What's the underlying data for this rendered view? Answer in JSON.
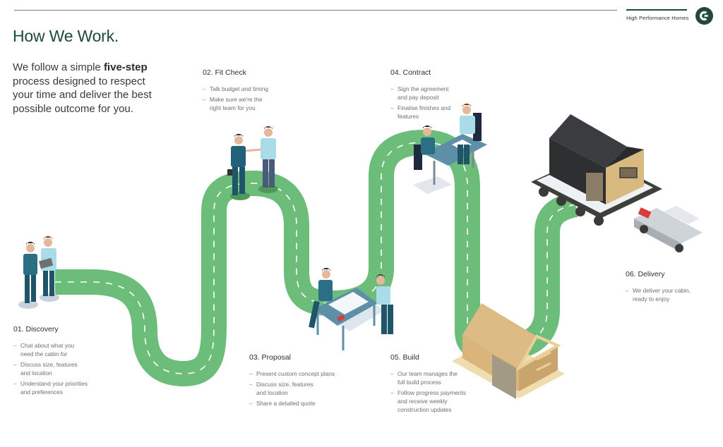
{
  "header": {
    "brand_name": "High Performance Homes",
    "logo_icon": "c-logo-icon",
    "brand_color": "#1f4a37"
  },
  "page": {
    "title": "How We Work.",
    "intro_pre": "We follow a simple ",
    "intro_bold": "five-step",
    "intro_post": " process designed to respect your time and deliver the best possible outcome for you."
  },
  "colors": {
    "road": "#6cbd79",
    "road_dash": "#ffffff",
    "heading": "#1f4a37"
  },
  "steps": [
    {
      "title": "01. Discovery",
      "bullets": [
        "Chat about what you need the cabin for",
        "Discuss size, features and location",
        "Understand your priorities and preferences"
      ],
      "illustration": "two-people-talking-with-tablet"
    },
    {
      "title": "02. Fit Check",
      "bullets": [
        "Talk budget and timing",
        "Make sure we're the right team for you"
      ],
      "illustration": "handshake"
    },
    {
      "title": "03. Proposal",
      "bullets": [
        "Present custom concept plans",
        "Discuss size, features and location",
        "Share a detailed quote"
      ],
      "illustration": "plans-on-table"
    },
    {
      "title": "04. Contract",
      "bullets": [
        "Sign the agreement and pay deposit",
        "Finalise finishes and features"
      ],
      "illustration": "signing-at-desk"
    },
    {
      "title": "05. Build",
      "bullets": [
        "Our team manages the full build process",
        "Follow progress payments and receive weekly construction updates"
      ],
      "illustration": "cabin-frame-under-construction"
    },
    {
      "title": "06. Delivery",
      "bullets": [
        "We deliver your cabin, ready to enjoy"
      ],
      "illustration": "cabin-on-trailer-with-truck"
    }
  ]
}
